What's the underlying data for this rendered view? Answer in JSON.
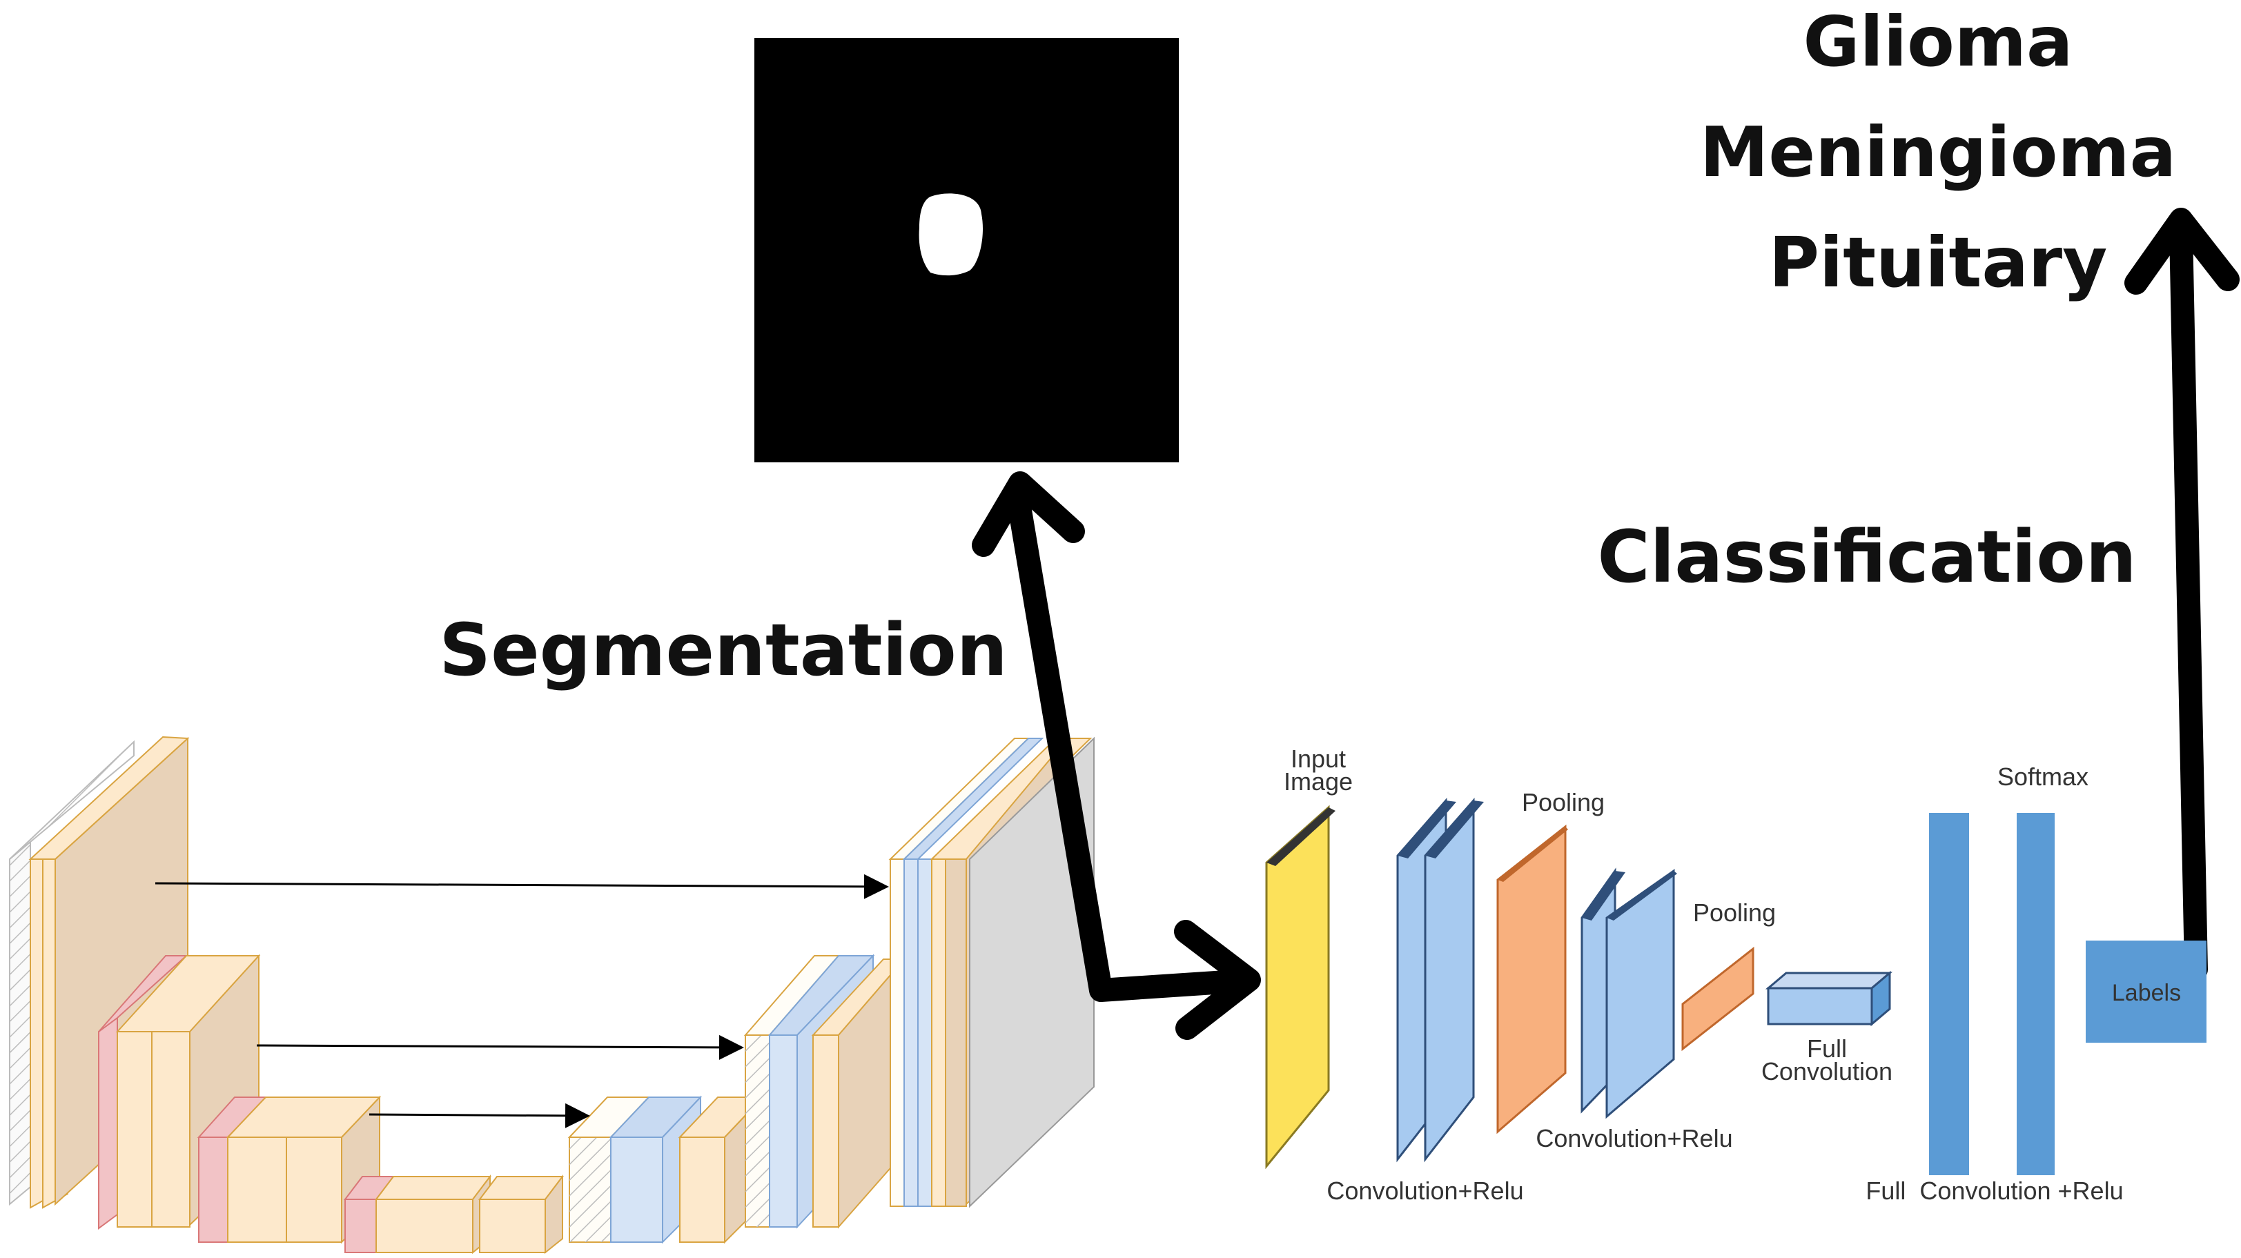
{
  "labels": {
    "segmentation": "Segmentation",
    "classification": "Classification",
    "classes": [
      "Glioma",
      "Meningioma",
      "Pituitary"
    ]
  },
  "cnn": {
    "input_image_line1": "Input",
    "input_image_line2": "Image",
    "pooling_1": "Pooling",
    "pooling_2": "Pooling",
    "conv_relu_1": "Convolution+Relu",
    "conv_relu_2": "Convolution+Relu",
    "full_conv_line1": "Full",
    "full_conv_line2": "Convolution",
    "softmax": "Softmax",
    "full_conv_relu": "Full  Convolution +Relu",
    "labels": "Labels"
  },
  "colors": {
    "unet_tan": "#e8d2b8",
    "unet_cream": "#fde9cc",
    "unet_pink": "#f2c3c6",
    "unet_blue": "#c8daf2",
    "unet_gray": "#d9d9d9",
    "cnn_yellow": "#fce15a",
    "cnn_blue": "#a7caf0",
    "cnn_orange": "#f8b07e",
    "cnn_dark_blue": "#5b9bd5",
    "mask_black": "#000000",
    "arrow": "#000000"
  }
}
